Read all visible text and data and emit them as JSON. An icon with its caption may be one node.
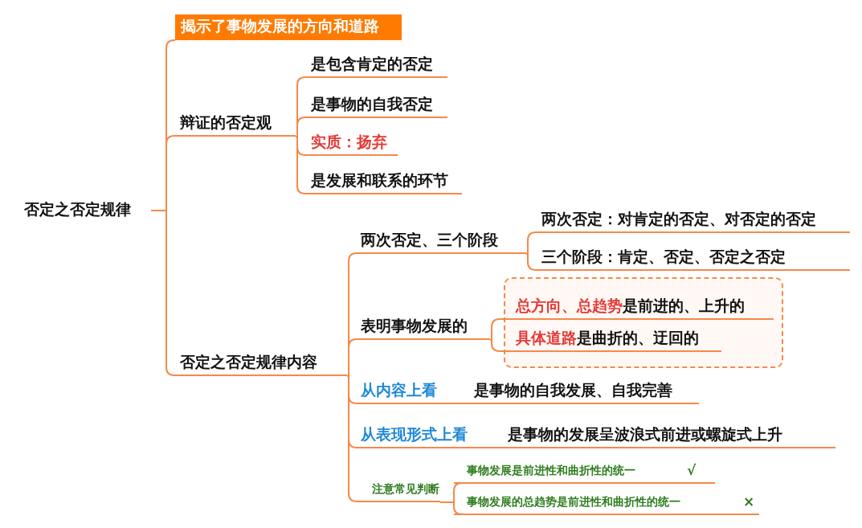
{
  "diagram": {
    "nodes": [
      {
        "text": [
          "否定之否定规律"
        ]
      },
      {
        "text": [
          "揭示了事物发展的方向和道路"
        ]
      },
      {
        "text": [
          "辩证的否定观"
        ]
      },
      {
        "text": [
          "是包含肯定的否定"
        ]
      },
      {
        "text": [
          "是事物的自我否定"
        ]
      },
      {
        "text": [
          "实质：扬弃"
        ]
      },
      {
        "text": [
          "是发展和联系的环节"
        ]
      },
      {
        "text": [
          "否定之否定规律内容"
        ]
      },
      {
        "text": [
          "两次否定、三个阶段"
        ]
      },
      {
        "text": [
          "两次否定：对肯定的否定、对否定的否定"
        ]
      },
      {
        "text": [
          "三个阶段：肯定、否定、否定之否定"
        ]
      },
      {
        "text": [
          "表明事物发展的"
        ]
      },
      {
        "text": [],
        "shape": "box"
      },
      {
        "text": [
          "**总方向、总趋势**是前进的、上升的"
        ],
        "in": 12
      },
      {
        "text": [
          "**具体道路**是曲折的、迂回的"
        ],
        "in": 12
      },
      {
        "text": [
          "从内容上看",
          "是事物的自我发展、自我完善"
        ]
      },
      {
        "text": [
          "从表现形式上看",
          "是事物的发展呈波浪式前进或螺旋式上升"
        ]
      },
      {
        "text": [
          "注意常见判断"
        ]
      },
      {
        "text": [
          "事物发展是前进性和曲折性的统一"
        ],
        "beside": [
          "√"
        ]
      },
      {
        "text": [
          "事物发展的总趋势是前进性和曲折性的统一"
        ],
        "beside": [
          "×"
        ]
      }
    ],
    "edges": [
      {
        "from": 0,
        "to": 1,
        "arrow": "none"
      },
      {
        "from": 0,
        "to": 2,
        "arrow": "none"
      },
      {
        "from": 0,
        "to": 7,
        "arrow": "none"
      },
      {
        "from": 2,
        "to": 3,
        "arrow": "none"
      },
      {
        "from": 2,
        "to": 4,
        "arrow": "none"
      },
      {
        "from": 2,
        "to": 5,
        "arrow": "none"
      },
      {
        "from": 2,
        "to": 6,
        "arrow": "none"
      },
      {
        "from": 7,
        "to": 8,
        "arrow": "none"
      },
      {
        "from": 7,
        "to": 11,
        "arrow": "none"
      },
      {
        "from": 7,
        "to": 15,
        "arrow": "none"
      },
      {
        "from": 7,
        "to": 16,
        "arrow": "none"
      },
      {
        "from": 7,
        "to": 17,
        "arrow": "none"
      },
      {
        "from": 8,
        "to": 9,
        "arrow": "none"
      },
      {
        "from": 8,
        "to": 10,
        "arrow": "none"
      },
      {
        "from": 11,
        "to": 13,
        "arrow": "none"
      },
      {
        "from": 11,
        "to": 14,
        "arrow": "none"
      },
      {
        "from": 17,
        "to": 18,
        "arrow": "none"
      },
      {
        "from": 17,
        "to": 19,
        "arrow": "none"
      }
    ]
  }
}
